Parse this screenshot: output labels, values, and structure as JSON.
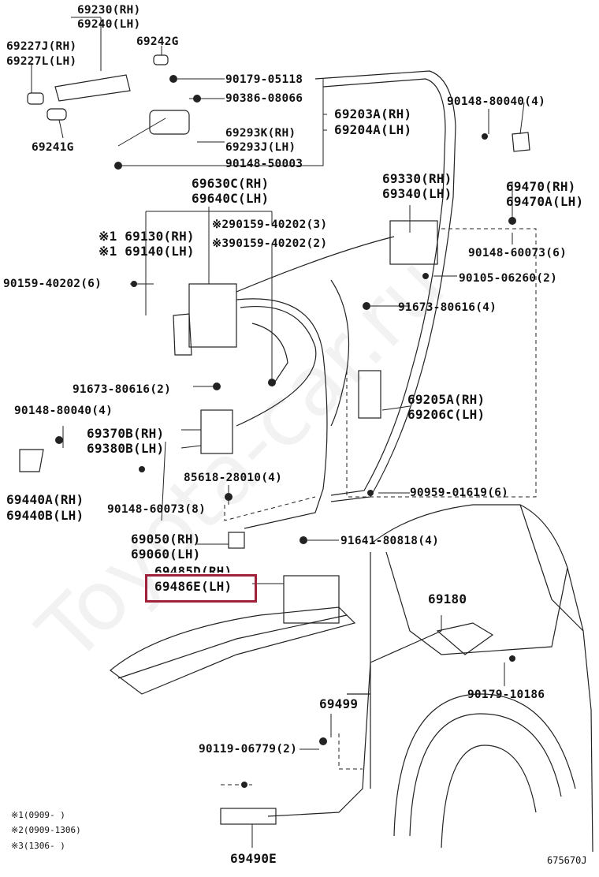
{
  "labels": {
    "p69230": "69230(RH)",
    "p69240": "69240(LH)",
    "p69227J": "69227J(RH)",
    "p69227L": "69227L(LH)",
    "p69242G": "69242G",
    "p69241G": "69241G",
    "p90179_05118": "90179-05118",
    "p90386": "90386-08066",
    "p69203A": "69203A(RH)",
    "p69204A": "69204A(LH)",
    "p69293K": "69293K(RH)",
    "p69293J": "69293J(LH)",
    "p90148_50003": "90148-50003",
    "p90148_80040_top": "90148-80040(4)",
    "p69470": "69470(RH)",
    "p69470A": "69470A(LH)",
    "p69630C": "69630C(RH)",
    "p69640C": "69640C(LH)",
    "p69330": "69330(RH)",
    "p69340": "69340(LH)",
    "p90159_40202_3": "※290159-40202(3)",
    "p90159_40202_2": "※390159-40202(2)",
    "p69130": "※1 69130(RH)",
    "p69140": "※1 69140(LH)",
    "p90148_60073_6": "90148-60073(6)",
    "p90159_40202_6": "90159-40202(6)",
    "p90105": "90105-06260(2)",
    "p91673_4": "91673-80616(4)",
    "p91673_2": "91673-80616(2)",
    "p69205A": "69205A(RH)",
    "p69206C": "69206C(LH)",
    "p90148_80040_left": "90148-80040(4)",
    "p69370B": "69370B(RH)",
    "p69380B": "69380B(LH)",
    "p69440A": "69440A(RH)",
    "p69440B": "69440B(LH)",
    "p85618": "85618-28010(4)",
    "p90959": "90959-01619(6)",
    "p90148_60073_8": "90148-60073(8)",
    "p69050": "69050(RH)",
    "p69060": "69060(LH)",
    "p91641": "91641-80818(4)",
    "p69485D": "69485D(RH)",
    "p69486E": "69486E(LH)",
    "p69180": "69180",
    "p90179_10186": "90179-10186",
    "p69499": "69499",
    "p90119": "90119-06779(2)",
    "p69490E": "69490E"
  },
  "notes": {
    "n1": "※1(0909-    )",
    "n2": "※2(0909-1306)",
    "n3": "※3(1306-    )"
  },
  "figure_id": "675670J",
  "watermark": "Toyota-car.ru",
  "highlight_color": "#a0223a"
}
